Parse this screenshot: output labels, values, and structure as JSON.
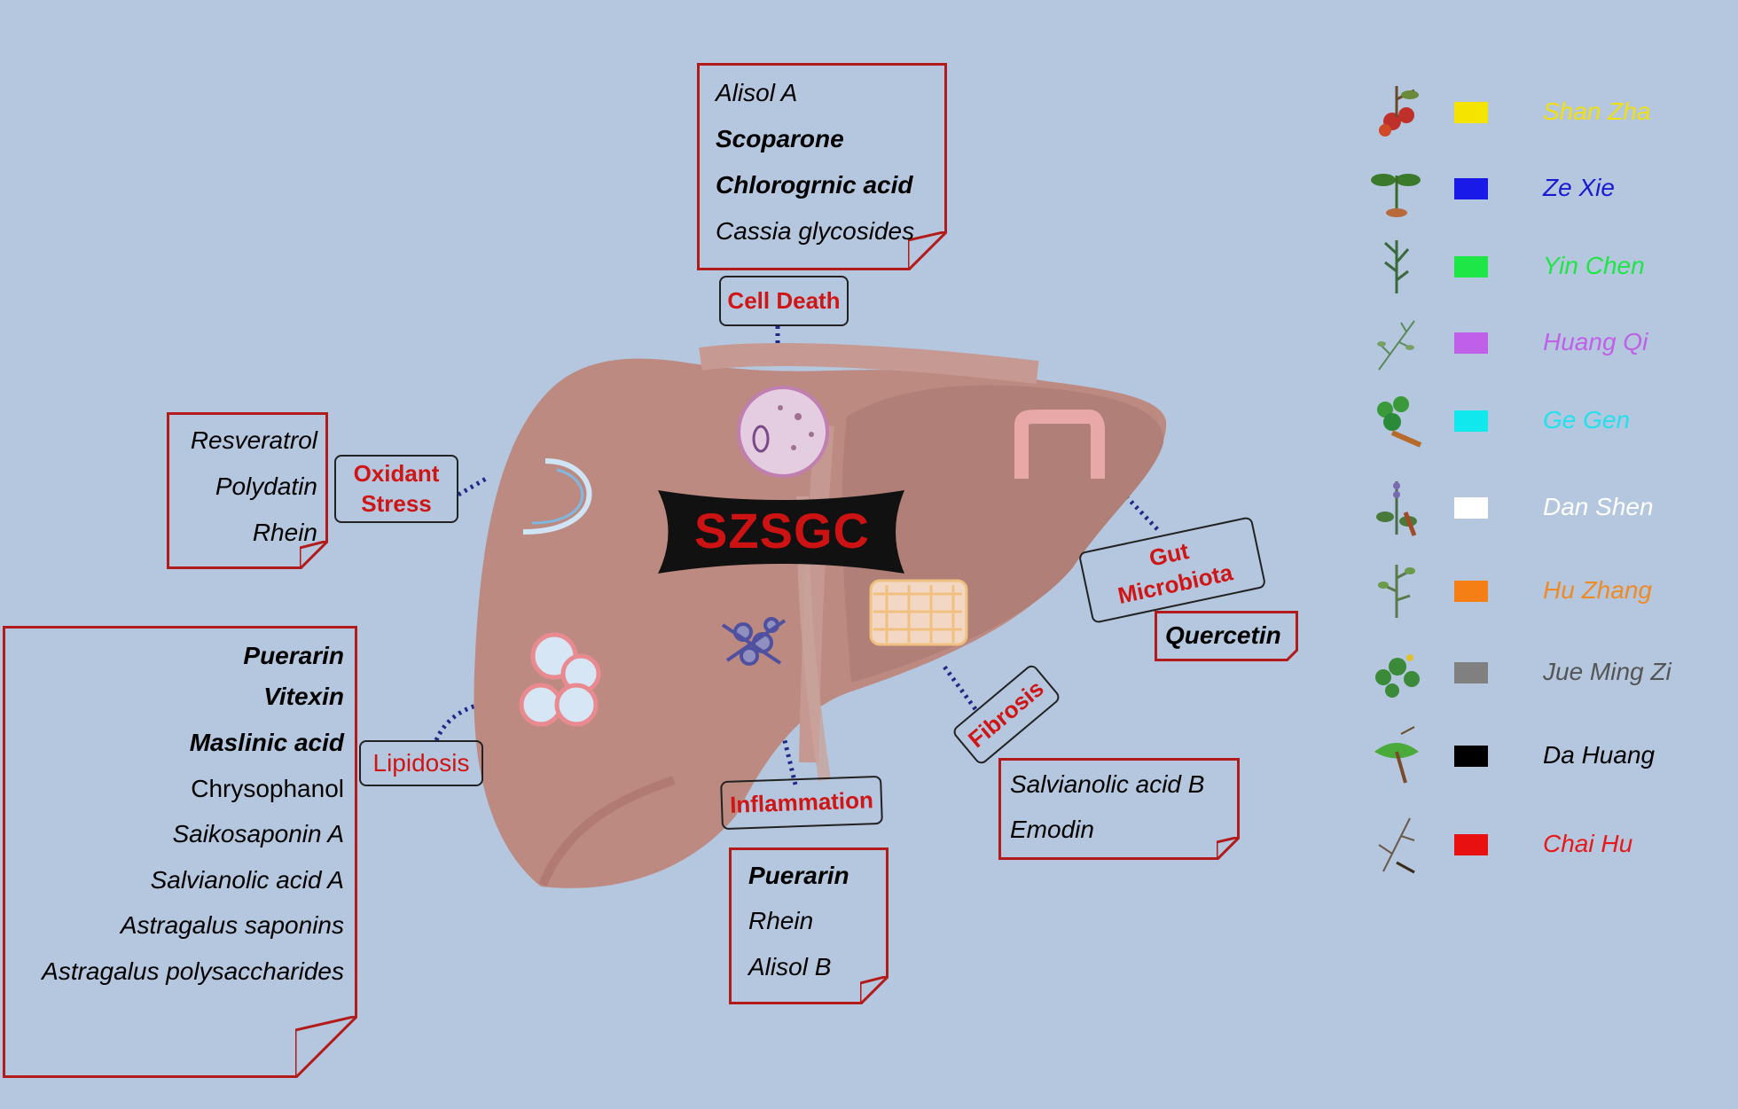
{
  "center": {
    "title": "SZSGC"
  },
  "targets": {
    "cell_death": "Cell Death",
    "oxidant_stress": "Oxidant Stress",
    "gut_microbiota": "Gut Microbiota",
    "lipidosis": "Lipidosis",
    "inflammation": "Inflammation",
    "fibrosis": "Fibrosis"
  },
  "compounds": {
    "cell_death": [
      {
        "name": "Alisol A",
        "color": "#1a1ad0"
      },
      {
        "name": "Scoparone",
        "color": "#1ee646"
      },
      {
        "name": "Chlorogrnic acid",
        "color": "#1ee646"
      },
      {
        "name": "Cassia glycosides",
        "color": "#555555"
      }
    ],
    "oxidant_stress": [
      {
        "name": "Resveratrol",
        "color": "#f08a24"
      },
      {
        "name": "Polydatin",
        "color": "#f08a24"
      },
      {
        "name": "Rhein",
        "color": "#555555"
      }
    ],
    "lipidosis": [
      {
        "name": "Puerarin",
        "color": "#22e0ee"
      },
      {
        "name": "Vitexin",
        "color": "#f0e010"
      },
      {
        "name": "Maslinic acid",
        "color": "#f0e010"
      },
      {
        "name": "Chrysophanol",
        "color": "#000000"
      },
      {
        "name": "Saikosaponin A",
        "color": "#e81818"
      },
      {
        "name": "Salvianolic acid A",
        "color": "#ffffff"
      },
      {
        "name": "Astragalus saponins",
        "color": "#d028e8"
      },
      {
        "name": "Astragalus polysaccharides",
        "color": "#d028e8"
      }
    ],
    "inflammation": [
      {
        "name": "Puerarin",
        "color": "#22e0ee"
      },
      {
        "name": "Rhein",
        "color": "#333333"
      },
      {
        "name": "Alisol B",
        "color": "#1a1ad0"
      }
    ],
    "fibrosis": [
      {
        "name": "Salvianolic acid B",
        "color": "#ffffff"
      },
      {
        "name": "Emodin",
        "color": "#f08a24"
      }
    ],
    "gut_microbiota": [
      {
        "name": "Quercetin",
        "color": "#f0e010"
      }
    ]
  },
  "legend": [
    {
      "name": "Shan Zha",
      "color": "#f5e400",
      "plant": "hawthorn-icon"
    },
    {
      "name": "Ze Xie",
      "color": "#1a1ae8",
      "plant": "alisma-icon"
    },
    {
      "name": "Yin Chen",
      "color": "#1ee646",
      "plant": "artemisia-icon"
    },
    {
      "name": "Huang Qi",
      "color": "#c060e8",
      "plant": "astragalus-icon"
    },
    {
      "name": "Ge Gen",
      "color": "#10e8ee",
      "plant": "pueraria-icon"
    },
    {
      "name": "Dan Shen",
      "color": "#ffffff",
      "plant": "salvia-icon"
    },
    {
      "name": "Hu Zhang",
      "color": "#f57f15",
      "plant": "polygonum-icon"
    },
    {
      "name": "Jue Ming Zi",
      "color": "#808080",
      "plant": "cassia-icon"
    },
    {
      "name": "Da Huang",
      "color": "#000000",
      "plant": "rhubarb-icon"
    },
    {
      "name": "Chai Hu",
      "color": "#e81010",
      "plant": "bupleurum-icon"
    }
  ],
  "legend_text_colors": [
    "#f0e010",
    "#1a1ad0",
    "#1ee646",
    "#c060e8",
    "#22e0ee",
    "#ffffff",
    "#f08a24",
    "#555555",
    "#000000",
    "#e81818"
  ]
}
